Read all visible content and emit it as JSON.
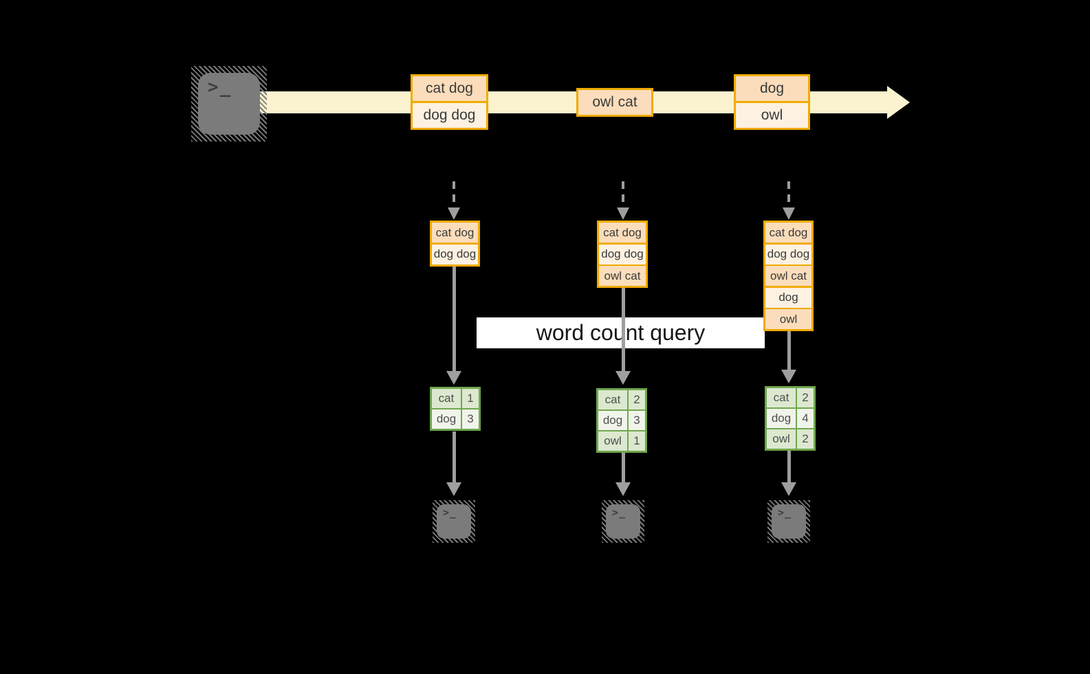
{
  "query_label": "word count query",
  "icons": {
    "terminal_glyph": ">_"
  },
  "stream": {
    "messages": [
      {
        "lines": [
          "cat dog",
          "dog dog"
        ]
      },
      {
        "lines": [
          "owl cat"
        ]
      },
      {
        "lines": [
          "dog",
          "owl"
        ]
      }
    ]
  },
  "columns": [
    {
      "state_rows": [
        "cat dog",
        "dog dog"
      ],
      "counts": [
        {
          "word": "cat",
          "count": "1"
        },
        {
          "word": "dog",
          "count": "3"
        }
      ]
    },
    {
      "state_rows": [
        "cat dog",
        "dog dog",
        "owl cat"
      ],
      "counts": [
        {
          "word": "cat",
          "count": "2"
        },
        {
          "word": "dog",
          "count": "3"
        },
        {
          "word": "owl",
          "count": "1"
        }
      ]
    },
    {
      "state_rows": [
        "cat dog",
        "dog dog",
        "owl cat",
        "dog",
        "owl"
      ],
      "counts": [
        {
          "word": "cat",
          "count": "2"
        },
        {
          "word": "dog",
          "count": "4"
        },
        {
          "word": "owl",
          "count": "2"
        }
      ]
    }
  ],
  "colors": {
    "background": "#000000",
    "stream_fill": "#FBF2CF",
    "box_border": "#F0AB00",
    "box_fill_dark": "#FBDDBB",
    "box_fill_light": "#FDF1E2",
    "table_border": "#70A84F",
    "table_fill_dark": "#DCE8CF",
    "table_fill_light": "#F0F4EA",
    "arrow_gray": "#9E9E9E",
    "terminal_gray": "#7B7B7B",
    "query_band_bg": "#FFFFFF"
  }
}
